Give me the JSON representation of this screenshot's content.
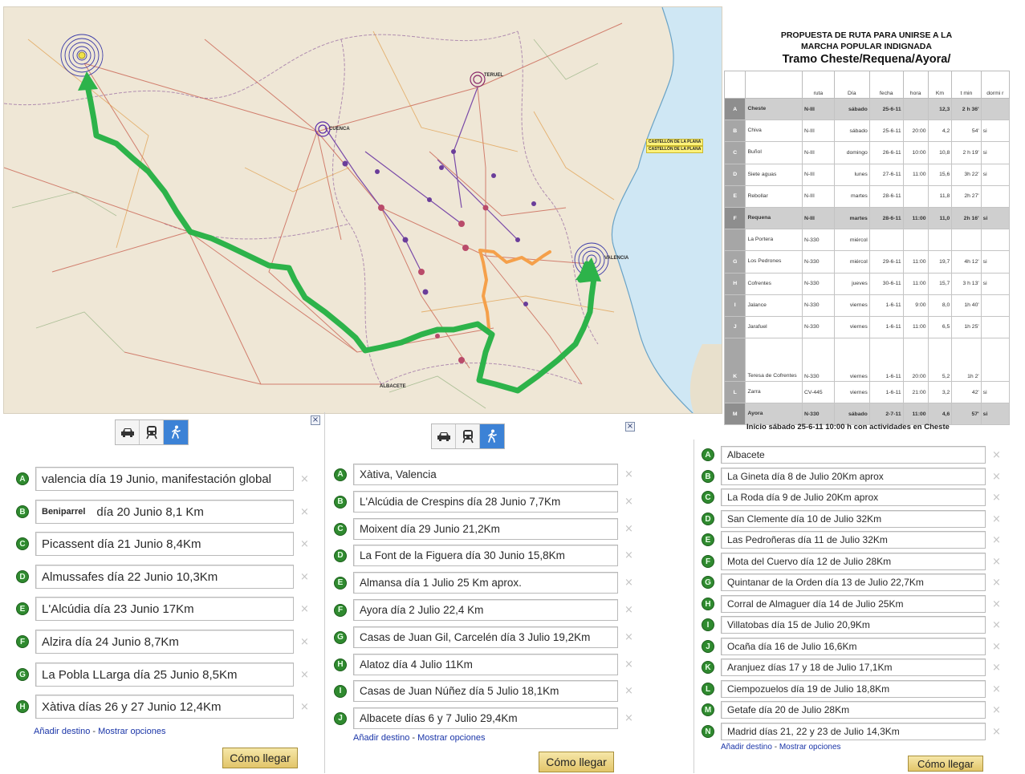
{
  "map": {
    "city_labels": [
      {
        "id": "cuenca",
        "text": "CUENCA"
      },
      {
        "id": "teruel",
        "text": "TERUEL"
      },
      {
        "id": "valencia",
        "text": "VALENCIA"
      },
      {
        "id": "albacete",
        "text": "ALBACETE"
      }
    ],
    "sign_labels": [
      {
        "id": "castellon1",
        "text": "CASTELLÓN DE LA PLANA"
      },
      {
        "id": "castellon2",
        "text": "CASTELLÓN DE LA PLANA"
      }
    ],
    "colors": {
      "green_route": "#2db34a",
      "orange_route": "#f5a04a",
      "sea": "#cfe7f4",
      "land": "#efe7d6"
    }
  },
  "table": {
    "title_line1": "PROPUESTA DE RUTA PARA UNIRSE A LA",
    "title_line2": "MARCHA POPULAR INDIGNADA",
    "subtitle": "Tramo Cheste/Requena/Ayora/",
    "columns": [
      "",
      "",
      "ruta",
      "Día",
      "fecha",
      "hora",
      "Km",
      "t min",
      "dormi r"
    ],
    "rows": [
      {
        "letter": "A",
        "place": "Cheste",
        "ruta": "N-III",
        "dia": "sábado",
        "fecha": "25-6-11",
        "hora": "",
        "km": "12,3",
        "tmin": "2 h 36'",
        "dormir": "",
        "bold": true
      },
      {
        "letter": "B",
        "place": "Chiva",
        "ruta": "N-III",
        "dia": "sábado",
        "fecha": "25-6-11",
        "hora": "20:00",
        "km": "4,2",
        "tmin": "54'",
        "dormir": "si"
      },
      {
        "letter": "C",
        "place": "Buñol",
        "ruta": "N-III",
        "dia": "domingo",
        "fecha": "26-6-11",
        "hora": "10:00",
        "km": "10,8",
        "tmin": "2 h 19'",
        "dormir": "si"
      },
      {
        "letter": "D",
        "place": "Siete aguas",
        "ruta": "N-III",
        "dia": "lunes",
        "fecha": "27-6-11",
        "hora": "11:00",
        "km": "15,6",
        "tmin": "3h 22'",
        "dormir": "si"
      },
      {
        "letter": "E",
        "place": "Rebollar",
        "ruta": "N-III",
        "dia": "martes",
        "fecha": "28-6-11",
        "hora": "",
        "km": "11,8",
        "tmin": "2h 27'",
        "dormir": ""
      },
      {
        "letter": "F",
        "place": "Requena",
        "ruta": "N-III",
        "dia": "martes",
        "fecha": "28-6-11",
        "hora": "11:00",
        "km": "11,0",
        "tmin": "2h 16'",
        "dormir": "si",
        "bold": true
      },
      {
        "letter": "",
        "place": "La Portera",
        "ruta": "N-330",
        "dia": "miércol",
        "fecha": "",
        "hora": "",
        "km": "",
        "tmin": "",
        "dormir": ""
      },
      {
        "letter": "G",
        "place": "Los Pedrones",
        "ruta": "N-330",
        "dia": "miércol",
        "fecha": "29-6-11",
        "hora": "11:00",
        "km": "19,7",
        "tmin": "4h 12'",
        "dormir": "si"
      },
      {
        "letter": "H",
        "place": "Cofrentes",
        "ruta": "N-330",
        "dia": "jueves",
        "fecha": "30-6-11",
        "hora": "11:00",
        "km": "15,7",
        "tmin": "3 h 13'",
        "dormir": "si"
      },
      {
        "letter": "I",
        "place": "Jalance",
        "ruta": "N-330",
        "dia": "viernes",
        "fecha": "1-6-11",
        "hora": "9:00",
        "km": "8,0",
        "tmin": "1h 40'",
        "dormir": ""
      },
      {
        "letter": "J",
        "place": "Jarafuel",
        "ruta": "N-330",
        "dia": "viernes",
        "fecha": "1-6-11",
        "hora": "11:00",
        "km": "6,5",
        "tmin": "1h 25'",
        "dormir": ""
      },
      {
        "letter": "K",
        "place": "Teresa de Cofrentes",
        "ruta": "N-330",
        "dia": "viernes",
        "fecha": "1-6-11",
        "hora": "20:00",
        "km": "5,2",
        "tmin": "1h 2'",
        "dormir": "",
        "tall": true
      },
      {
        "letter": "L",
        "place": "Zarra",
        "ruta": "CV-445",
        "dia": "viernes",
        "fecha": "1-6-11",
        "hora": "21:00",
        "km": "3,2",
        "tmin": "42'",
        "dormir": "si"
      },
      {
        "letter": "M",
        "place": "Ayora",
        "ruta": "N-330",
        "dia": "sábado",
        "fecha": "2-7-11",
        "hora": "11:00",
        "km": "4,6",
        "tmin": "57'",
        "dormir": "si",
        "bold": true
      }
    ],
    "footer": "Inicio sábado 25-6-11     10:00 h con actividades en Cheste"
  },
  "panels": [
    {
      "waypoints": [
        {
          "letter": "A",
          "text": "valencia día 19 Junio, manifestación global"
        },
        {
          "letter": "B",
          "bold": "Beniparrel",
          "text": "día 20 Junio   8,1 Km"
        },
        {
          "letter": "C",
          "text": "Picassent día 21 Junio   8,4Km"
        },
        {
          "letter": "D",
          "text": "Almussafes día 22 Junio   10,3Km"
        },
        {
          "letter": "E",
          "text": "L'Alcúdia día 23 Junio   17Km"
        },
        {
          "letter": "F",
          "text": "Alzira día 24 Junio  8,7Km"
        },
        {
          "letter": "G",
          "text": "La Pobla LLarga día 25 Junio   8,5Km"
        },
        {
          "letter": "H",
          "text": "Xàtiva días 26 y 27 Junio   12,4Km"
        }
      ],
      "add_destination": "Añadir destino",
      "show_options": "Mostrar opciones",
      "get_directions": "Cómo llegar"
    },
    {
      "waypoints": [
        {
          "letter": "A",
          "text": "Xàtiva, Valencia"
        },
        {
          "letter": "B",
          "text": "L'Alcúdia de Crespins día 28 Junio   7,7Km"
        },
        {
          "letter": "C",
          "text": "Moixent  día 29 Junio     21,2Km"
        },
        {
          "letter": "D",
          "text": "La Font de la Figuera  día 30 Junio    15,8Km"
        },
        {
          "letter": "E",
          "text": "Almansa  día 1 Julio   25 Km  aprox."
        },
        {
          "letter": "F",
          "text": "Ayora  día 2 Julio    22,4 Km"
        },
        {
          "letter": "G",
          "text": "Casas de Juan Gil, Carcelén día 3 Julio 19,2Km"
        },
        {
          "letter": "H",
          "text": "Alatoz día 4 Julio    11Km"
        },
        {
          "letter": "I",
          "text": "Casas de Juan Núñez día 5 Julio   18,1Km"
        },
        {
          "letter": "J",
          "text": "Albacete  días 6 y 7 Julio   29,4Km"
        }
      ],
      "add_destination": "Añadir destino",
      "show_options": "Mostrar opciones",
      "get_directions": "Cómo llegar"
    },
    {
      "waypoints": [
        {
          "letter": "A",
          "text": "Albacete"
        },
        {
          "letter": "B",
          "text": "La Gineta día 8 de Julio  20Km aprox"
        },
        {
          "letter": "C",
          "text": "La Roda día 9 de Julio  20Km aprox"
        },
        {
          "letter": "D",
          "text": "San Clemente día 10 de Julio  32Km"
        },
        {
          "letter": "E",
          "text": "Las Pedroñeras día 11 de Julio  32Km"
        },
        {
          "letter": "F",
          "text": "Mota del Cuervo día 12 de Julio  28Km"
        },
        {
          "letter": "G",
          "text": "Quintanar de la Orden día 13 de Julio  22,7Km"
        },
        {
          "letter": "H",
          "text": "Corral de Almaguer día 14 de Julio  25Km"
        },
        {
          "letter": "I",
          "text": "Villatobas día 15 de Julio  20,9Km"
        },
        {
          "letter": "J",
          "text": "Ocaña día 16 de Julio  16,6Km"
        },
        {
          "letter": "K",
          "text": "Aranjuez días 17 y 18 de Julio  17,1Km"
        },
        {
          "letter": "L",
          "text": "Ciempozuelos día 19 de Julio  18,8Km"
        },
        {
          "letter": "M",
          "text": "Getafe día 20 de Julio  28Km"
        },
        {
          "letter": "N",
          "text": "Madrid días 21, 22 y 23 de Julio  14,3Km"
        }
      ],
      "add_destination": "Añadir destino",
      "show_options": "Mostrar opciones",
      "get_directions": "Cómo llegar"
    }
  ],
  "icons": {
    "travel_modes": [
      "car-icon",
      "transit-icon",
      "walking-icon"
    ],
    "remove": "×",
    "close": "×"
  }
}
